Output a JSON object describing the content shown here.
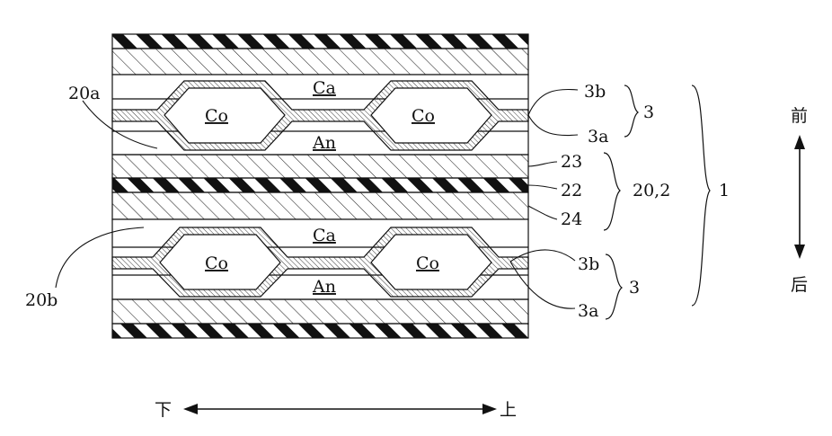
{
  "labels": {
    "co": "Co",
    "ca": "Ca",
    "an": "An",
    "ref_3b_top": "3b",
    "ref_3a_top": "3a",
    "ref_3_top": "3",
    "ref_20a": "20a",
    "ref_23": "23",
    "ref_22": "22",
    "ref_24": "24",
    "ref_20_2": "20,2",
    "ref_1": "1",
    "ref_20b": "20b",
    "ref_3b_bottom": "3b",
    "ref_3a_bottom": "3a",
    "ref_3_bottom": "3"
  },
  "directions": {
    "front": "前",
    "back": "后",
    "down": "下",
    "up": "上"
  }
}
